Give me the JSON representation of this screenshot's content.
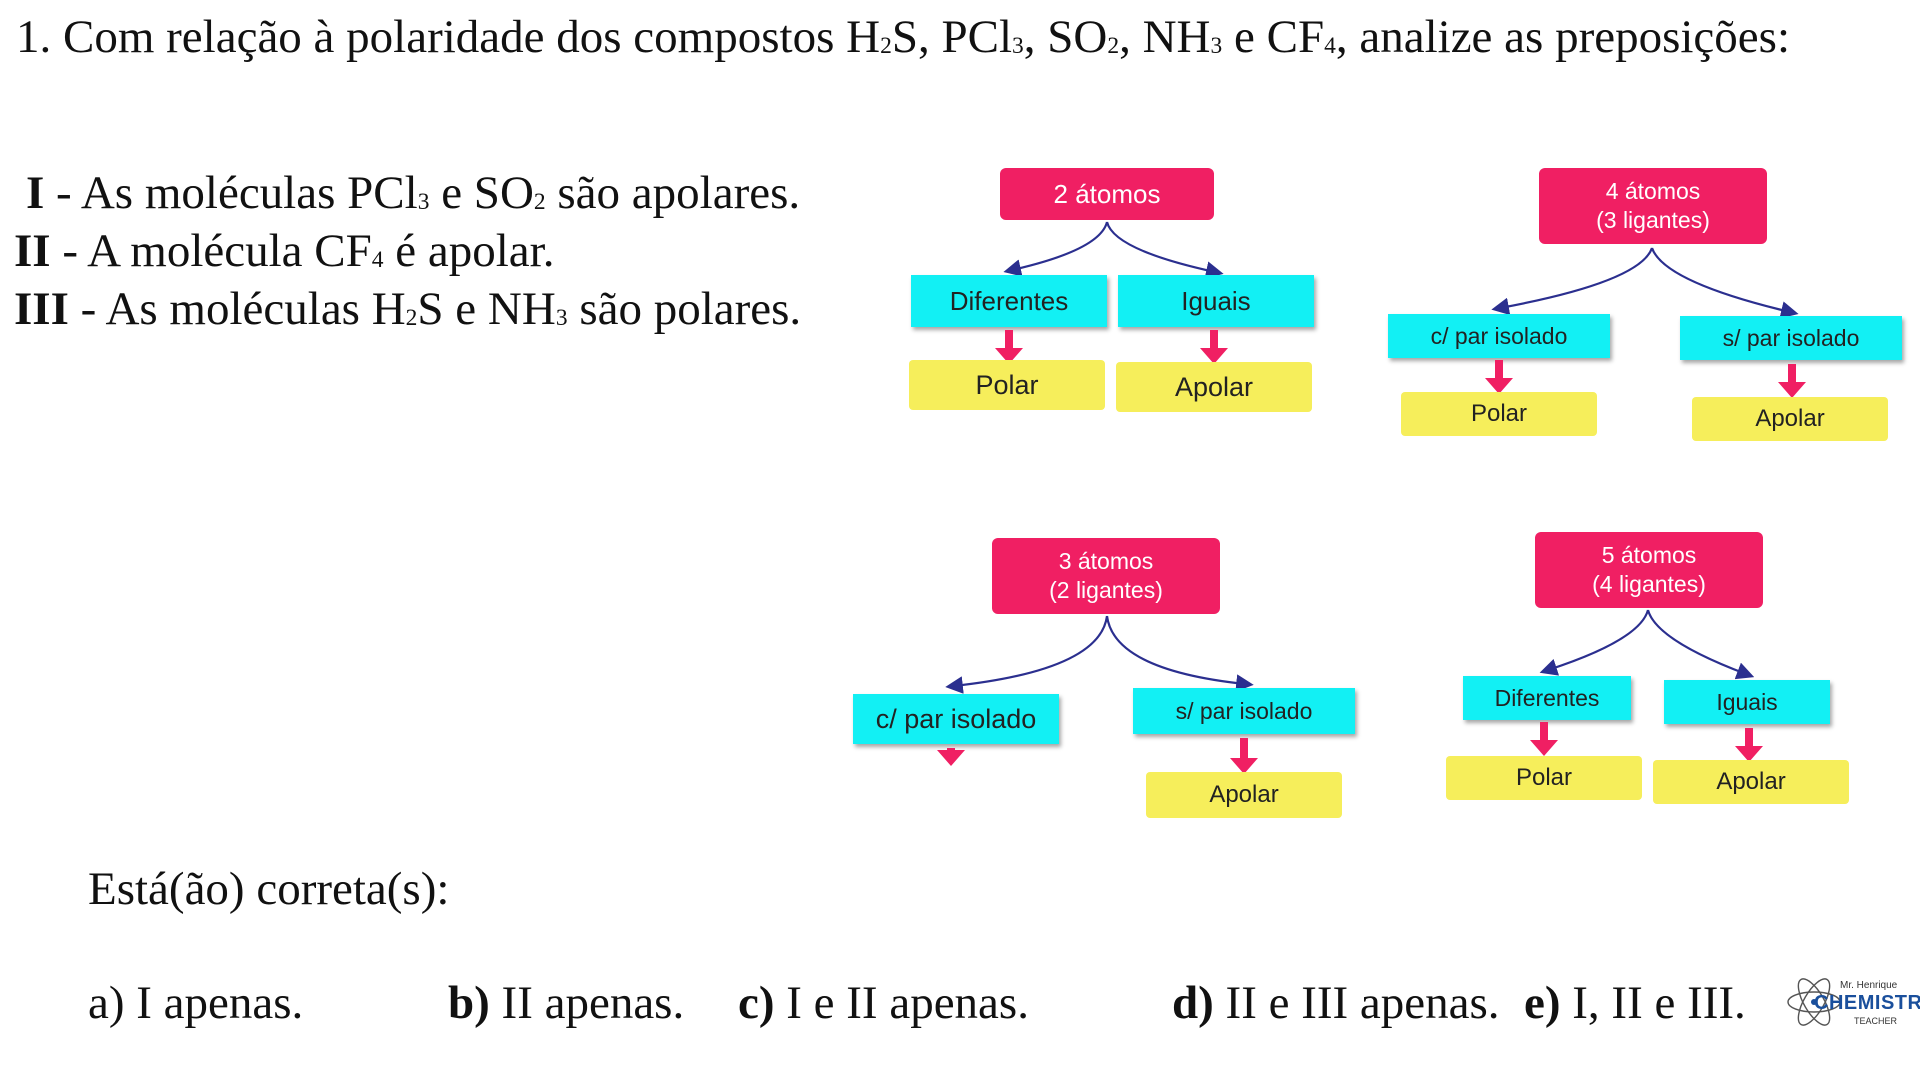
{
  "question": {
    "title_prefix": "1. Com relação à polaridade dos compostos ",
    "title_sep1": "S, PCl",
    "title_sep2": ", SO",
    "title_sep3": ", NH",
    "title_sep4": " e CF",
    "title_suffix": ", analize as  preposições:",
    "h": "H",
    "sub2": "2",
    "sub3": "3",
    "sub4": "4"
  },
  "propositions": [
    {
      "numeral": "I",
      "sep": " - ",
      "text_a": "As moléculas PCl",
      "sub_a": "3",
      "text_b": " e SO",
      "sub_b": "2",
      "text_c": " são apolares."
    },
    {
      "numeral": "II",
      "sep": " - ",
      "text_a": "A molécula CF",
      "sub_a": "4",
      "text_b": " é apolar."
    },
    {
      "numeral": "III",
      "sep": " -  ",
      "text_a": "As moléculas H",
      "sub_a": "2",
      "text_b": "S e NH",
      "sub_b": "3",
      "text_c": " são polares."
    }
  ],
  "prompt": "Está(ão) correta(s):",
  "options": [
    {
      "letter": "a)",
      "text": " I apenas."
    },
    {
      "letter": "b)",
      "text": " II apenas."
    },
    {
      "letter": "c)",
      "text": " I e II apenas."
    },
    {
      "letter": "d)",
      "text": " II e III apenas."
    },
    {
      "letter": "e)",
      "text": " I, II e III."
    }
  ],
  "diagrams": {
    "d2": {
      "root": "2 átomos",
      "left": "Diferentes",
      "right": "Iguais",
      "left_result": "Polar",
      "right_result": "Apolar"
    },
    "d4": {
      "root_line1": "4 átomos",
      "root_line2": "(3 ligantes)",
      "left": "c/ par isolado",
      "right": "s/ par isolado",
      "left_result": "Polar",
      "right_result": "Apolar"
    },
    "d3": {
      "root_line1": "3 átomos",
      "root_line2": "(2 ligantes)",
      "left": "c/ par isolado",
      "right": "s/ par isolado",
      "right_result": "Apolar"
    },
    "d5": {
      "root_line1": "5 átomos",
      "root_line2": "(4 ligantes)",
      "left": "Diferentes",
      "right": "Iguais",
      "left_result": "Polar",
      "right_result": "Apolar"
    }
  },
  "colors": {
    "root": "#f01f63",
    "branch": "#12f0f4",
    "result": "#f6ee5b",
    "connector": "#2b2f8f"
  },
  "logo": {
    "line1": "Mr. Henrique",
    "line2": "CHEMISTRY",
    "line3": "TEACHER",
    "icon": "atom-icon"
  }
}
